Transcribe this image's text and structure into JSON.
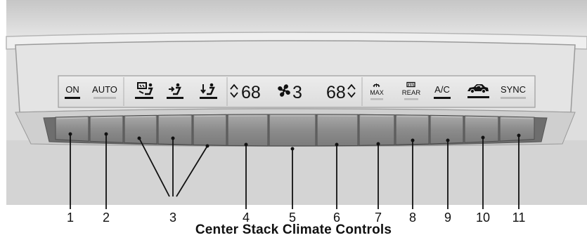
{
  "caption": "Center Stack Climate Controls",
  "display": {
    "on": "ON",
    "auto": "AUTO",
    "temp_left": "68",
    "fan_speed": "3",
    "temp_right": "68",
    "max": "MAX",
    "rear": "REAR",
    "ac": "A/C",
    "sync": "SYNC"
  },
  "icons": {
    "mode_defrost_floor": "defrost-floor-mode-icon",
    "mode_vent": "vent-mode-icon",
    "mode_floor": "floor-mode-icon",
    "temp_left_arrows": "up-down-chevron-icon",
    "fan": "fan-icon",
    "temp_right_arrows": "up-down-chevron-icon",
    "max_defrost": "front-defrost-icon",
    "rear_defrost": "rear-defrost-icon",
    "recirculation": "car-recirculation-icon"
  },
  "callouts": [
    "1",
    "2",
    "3",
    "4",
    "5",
    "6",
    "7",
    "8",
    "9",
    "10",
    "11"
  ],
  "colors": {
    "panel": "#d9d9d9",
    "display": "#e3e3e3",
    "button": "#8e8e8e",
    "accent": "#000000"
  }
}
